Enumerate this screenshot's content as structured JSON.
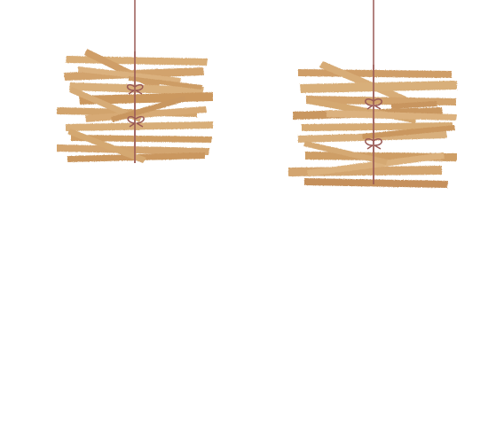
{
  "scene": {
    "bundles": [
      {
        "name": "left-bundle",
        "icon": "hanging-stick-bundle"
      },
      {
        "name": "right-bundle",
        "icon": "hanging-stick-bundle"
      }
    ],
    "colors": {
      "background": "#ffffff",
      "stick_light": "#D8AD77",
      "stick_mid": "#CF9E67",
      "stick_dark": "#C58D57",
      "string": "#9A5A56"
    }
  }
}
